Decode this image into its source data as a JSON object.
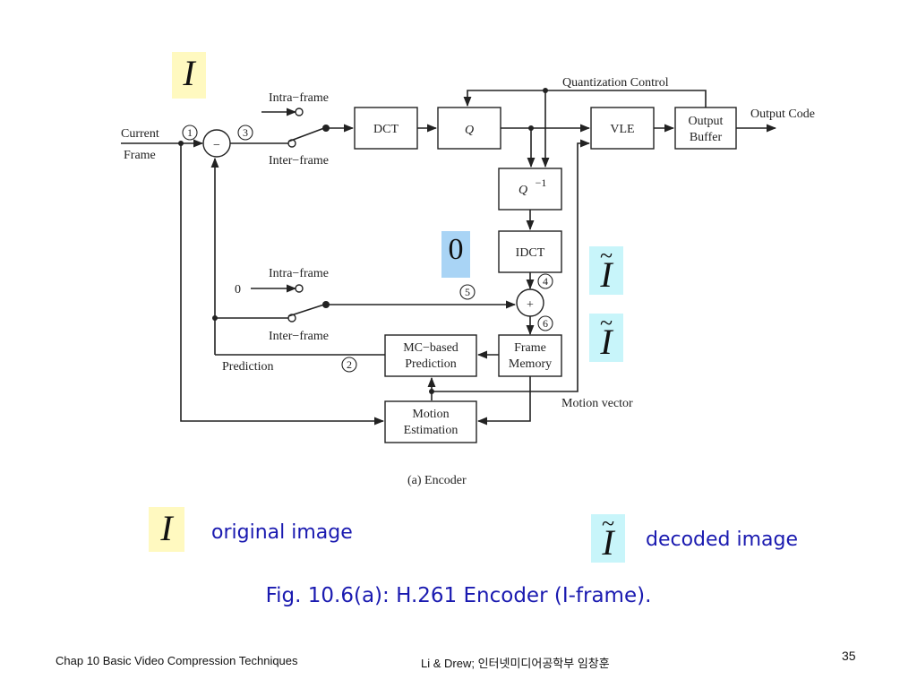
{
  "diagram": {
    "labels": {
      "current_frame": [
        "Current",
        "Frame"
      ],
      "intra_frame_top": "Intra−frame",
      "inter_frame_top": "Inter−frame",
      "intra_frame_bottom": "Intra−frame",
      "inter_frame_bottom": "Inter−frame",
      "zero_input": "0",
      "quantization_control": "Quantization Control",
      "output_code": "Output Code",
      "prediction": "Prediction",
      "motion_vector": "Motion vector",
      "encoder_caption": "(a)  Encoder"
    },
    "blocks": {
      "dct": "DCT",
      "q": "Q",
      "q_inverse": "Q",
      "q_inverse_exp": "−1",
      "idct": "IDCT",
      "vle": "VLE",
      "output_buffer": [
        "Output",
        "Buffer"
      ],
      "mc_prediction": [
        "MC−based",
        "Prediction"
      ],
      "frame_memory": [
        "Frame",
        "Memory"
      ],
      "motion_estimation": [
        "Motion",
        "Estimation"
      ]
    },
    "operators": {
      "subtract": "−",
      "add": "+"
    },
    "markers": [
      "1",
      "2",
      "3",
      "4",
      "5",
      "6"
    ]
  },
  "highlights": {
    "top_I": "I",
    "zero": "0",
    "tilde_I_1": "I",
    "tilde_I_2": "I",
    "legend_I": "I",
    "legend_tilde_I": "I",
    "tilde_mark": "~"
  },
  "legend": {
    "original": "original image",
    "decoded": "decoded image"
  },
  "caption": "Fig. 10.6(a): H.261 Encoder (I-frame).",
  "footer": {
    "left": "Chap 10  Basic Video Compression Techniques",
    "center": "Li & Drew; 인터넷미디어공학부 임창훈",
    "page": "35"
  },
  "colors": {
    "highlight_yellow": "#fff9c0",
    "highlight_cyan": "#c8f5fa",
    "highlight_blue": "#a9d4f5",
    "caption_blue": "#1a1ab0"
  }
}
